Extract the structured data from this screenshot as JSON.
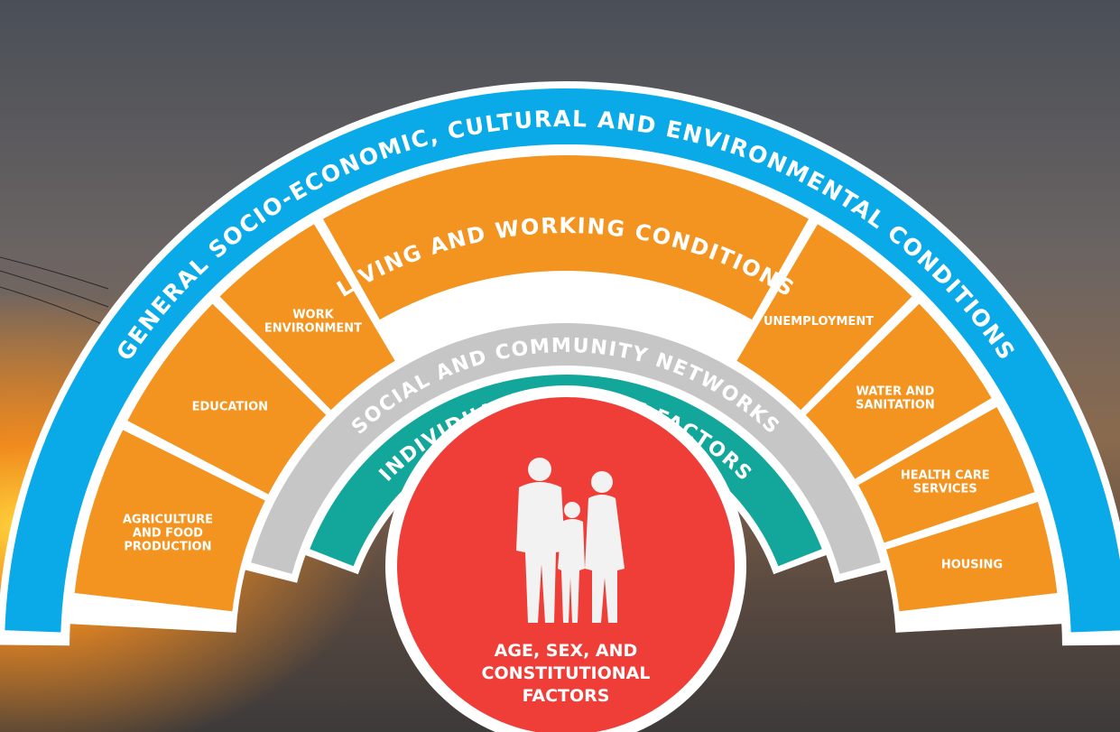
{
  "layers": {
    "outer": {
      "label": "GENERAL SOCIO-ECONOMIC, CULTURAL AND ENVIRONMENTAL CONDITIONS",
      "color": "#0aa9e8"
    },
    "living": {
      "label": "LIVING AND WORKING CONDITIONS",
      "color": "#f39420"
    },
    "social": {
      "label": "SOCIAL AND COMMUNITY NETWORKS",
      "color": "#c6c6c6"
    },
    "individual": {
      "label": "INDIVIDUAL LIFESTYLE FACTORS",
      "color": "#12a79a"
    },
    "core": {
      "lines": [
        "AGE, SEX, AND",
        "CONSTITUTIONAL",
        "FACTORS"
      ],
      "color": "#ee3e37"
    }
  },
  "segments": {
    "left": [
      {
        "lines": [
          "AGRICULTURE",
          "AND FOOD",
          "PRODUCTION"
        ]
      },
      {
        "lines": [
          "EDUCATION"
        ]
      },
      {
        "lines": [
          "WORK",
          "ENVIRONMENT"
        ]
      }
    ],
    "right": [
      {
        "lines": [
          "UNEMPLOYMENT"
        ]
      },
      {
        "lines": [
          "WATER AND",
          "SANITATION"
        ]
      },
      {
        "lines": [
          "HEALTH CARE",
          "SERVICES"
        ]
      },
      {
        "lines": [
          "HOUSING"
        ]
      }
    ]
  },
  "icons": {
    "core_icon": "family-silhouette-icon"
  }
}
